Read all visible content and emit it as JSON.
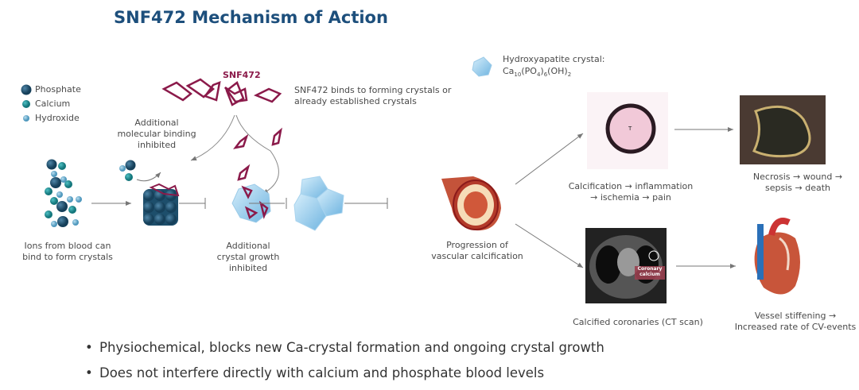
{
  "title": "SNF472 Mechanism of Action",
  "legend": [
    {
      "label": "Phosphate",
      "color": "#1d4e6b"
    },
    {
      "label": "Calcium",
      "color": "#1b8a8f"
    },
    {
      "label": "Hydroxide",
      "color": "#5fa9c9"
    }
  ],
  "snf472_label": "SNF472",
  "snf472_color": "#8b1a4a",
  "snf472_binds": [
    "SNF472 binds to forming crystals or",
    "already established crystals"
  ],
  "hydroxyapatite": {
    "line1": "Hydroxyapatite crystal:",
    "formula_base": "Ca",
    "sub1": "10",
    "mid": "(PO",
    "sub2": "4",
    "sub3": "6",
    "end": "(OH)",
    "sub4": "2"
  },
  "labels": {
    "molecular_binding": [
      "Additional",
      "molecular binding",
      "inhibited"
    ],
    "ions": [
      "Ions from blood can",
      "bind to form crystals"
    ],
    "crystal_growth": [
      "Additional",
      "crystal growth",
      "inhibited"
    ],
    "progression": [
      "Progression of",
      "vascular calcification"
    ],
    "calcification": [
      "Calcification → inflammation",
      "→ ischemia → pain"
    ],
    "necrosis": [
      "Necrosis → wound →",
      "sepsis → death"
    ],
    "ct": "Calcified coronaries (CT scan)",
    "vessel": [
      "Vessel stiffening →",
      "Increased rate of CV-events"
    ],
    "ct_annotation": [
      "Coronary",
      "calcium"
    ]
  },
  "bullets": [
    "Physiochemical, blocks new Ca-crystal formation and ongoing crystal growth",
    "Does not interfere directly with calcium and phosphate blood levels"
  ]
}
